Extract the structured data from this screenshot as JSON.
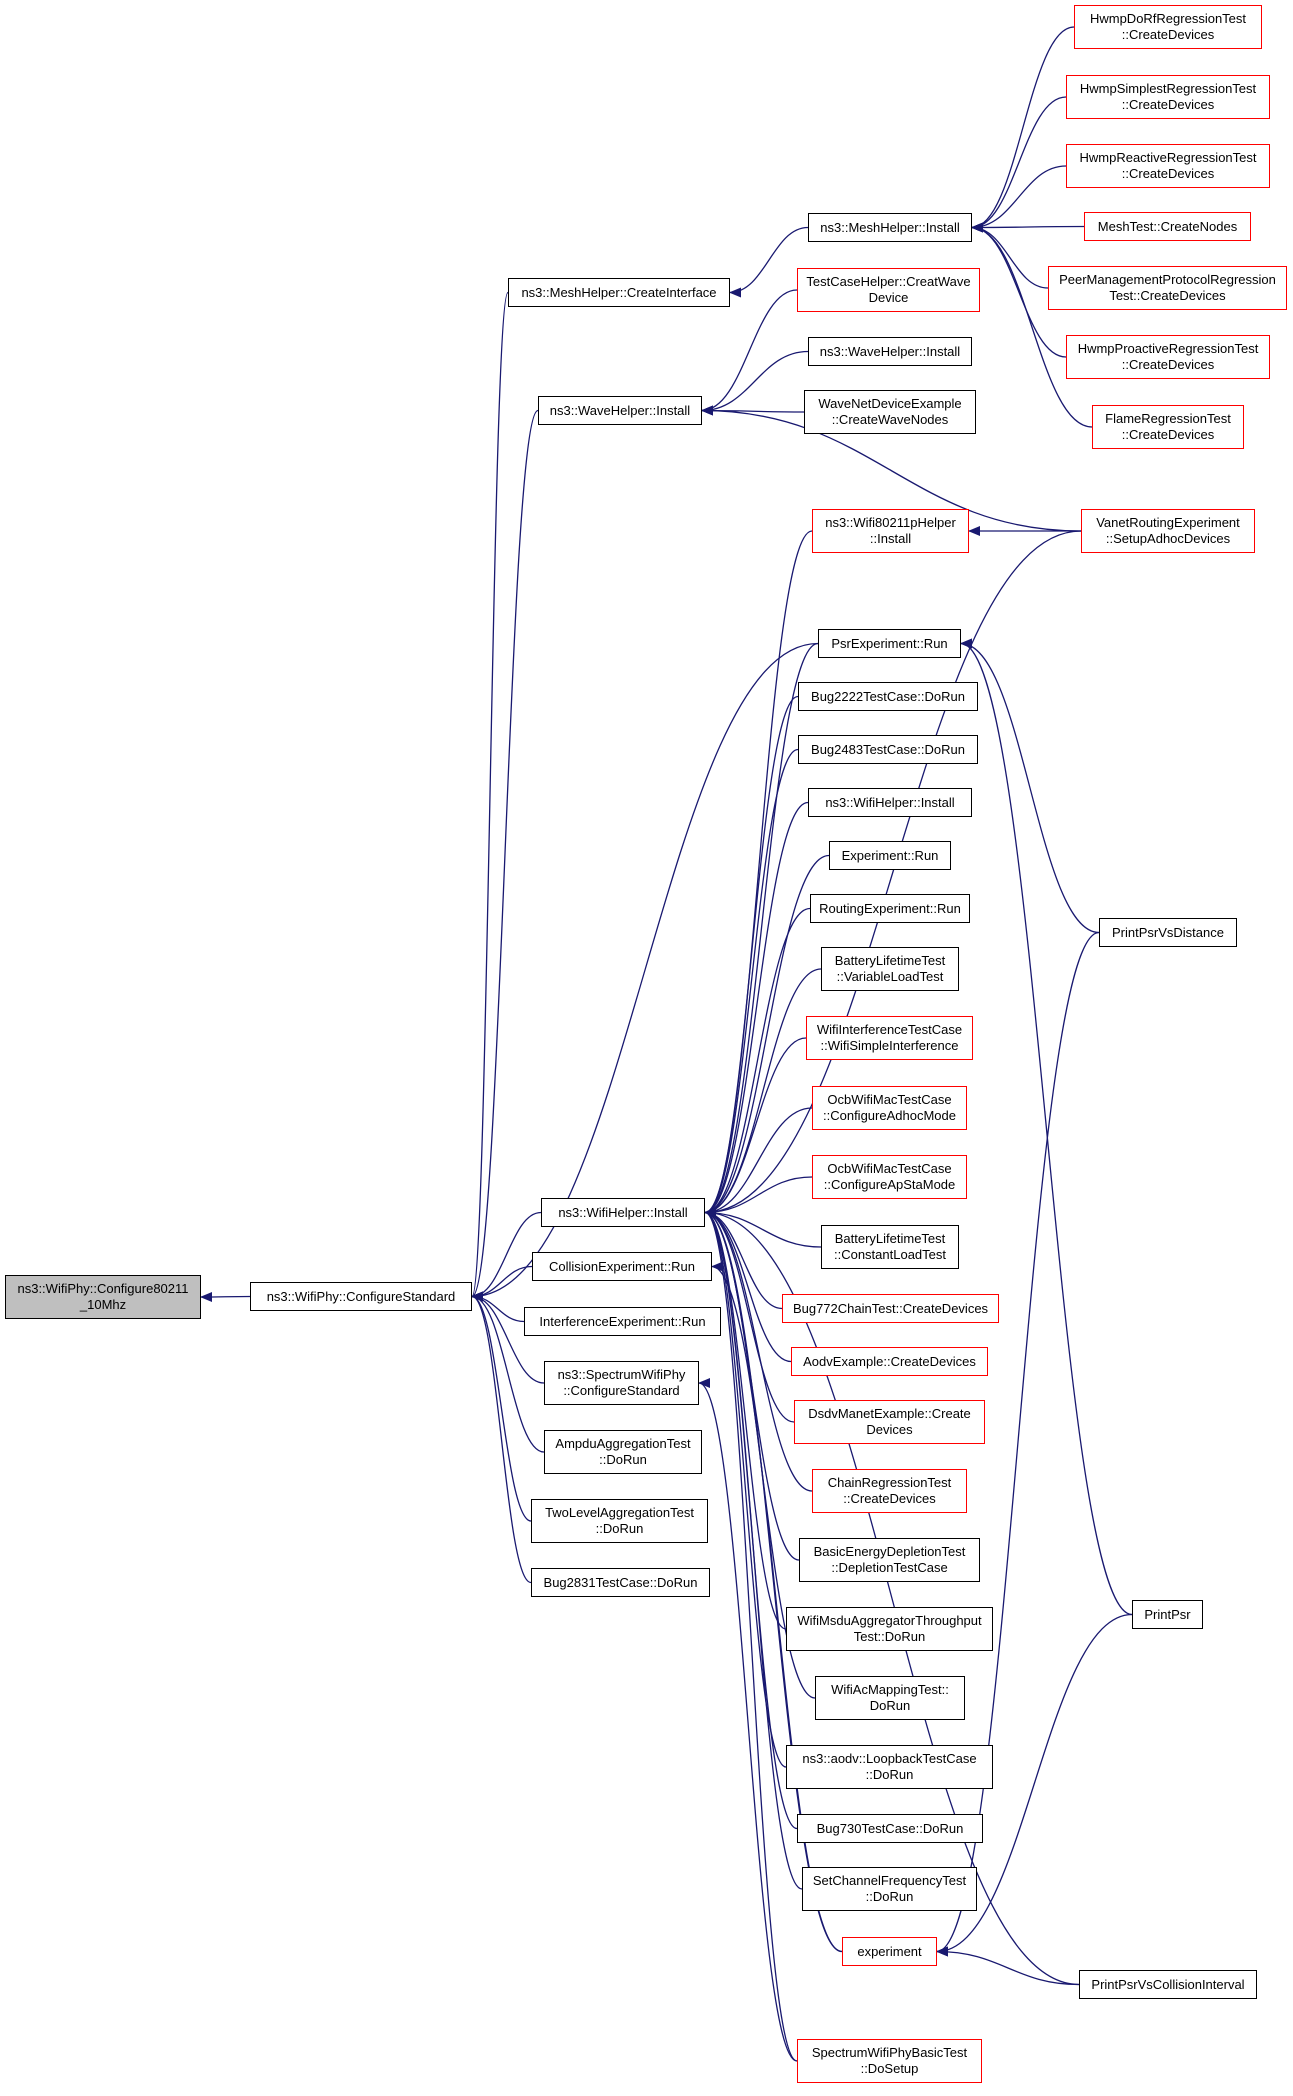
{
  "colors": {
    "edge": "#191970",
    "border": "#000000",
    "border_red": "#ff0000",
    "root_fill": "#bfbfbf"
  },
  "nodes": [
    {
      "id": "root",
      "lines": [
        "ns3::WifiPhy::Configure80211",
        "_10Mhz"
      ],
      "style": "root"
    },
    {
      "id": "configure-standard",
      "lines": [
        "ns3::WifiPhy::ConfigureStandard"
      ],
      "style": "black"
    },
    {
      "id": "mesh-create-interface",
      "lines": [
        "ns3::MeshHelper::CreateInterface"
      ],
      "style": "black"
    },
    {
      "id": "wave-install",
      "lines": [
        "ns3::WaveHelper::Install"
      ],
      "style": "black"
    },
    {
      "id": "wifi-install",
      "lines": [
        "ns3::WifiHelper::Install"
      ],
      "style": "black"
    },
    {
      "id": "collision-run",
      "lines": [
        "CollisionExperiment::Run"
      ],
      "style": "black"
    },
    {
      "id": "interference-run",
      "lines": [
        "InterferenceExperiment::Run"
      ],
      "style": "black"
    },
    {
      "id": "spectrum-configure",
      "lines": [
        "ns3::SpectrumWifiPhy",
        "::ConfigureStandard"
      ],
      "style": "black"
    },
    {
      "id": "ampdu-dorun",
      "lines": [
        "AmpduAggregationTest",
        "::DoRun"
      ],
      "style": "black"
    },
    {
      "id": "twolevel-dorun",
      "lines": [
        "TwoLevelAggregationTest",
        "::DoRun"
      ],
      "style": "black"
    },
    {
      "id": "bug2831-dorun",
      "lines": [
        "Bug2831TestCase::DoRun"
      ],
      "style": "black"
    },
    {
      "id": "mesh-install",
      "lines": [
        "ns3::MeshHelper::Install"
      ],
      "style": "black"
    },
    {
      "id": "testcase-creat",
      "lines": [
        "TestCaseHelper::CreatWave",
        "Device"
      ],
      "style": "red"
    },
    {
      "id": "wave-install-2",
      "lines": [
        "ns3::WaveHelper::Install"
      ],
      "style": "black"
    },
    {
      "id": "wavenet-example",
      "lines": [
        "WaveNetDeviceExample",
        "::CreateWaveNodes"
      ],
      "style": "black"
    },
    {
      "id": "wifi80211p-install",
      "lines": [
        "ns3::Wifi80211pHelper",
        "::Install"
      ],
      "style": "red"
    },
    {
      "id": "psr-run",
      "lines": [
        "PsrExperiment::Run"
      ],
      "style": "black"
    },
    {
      "id": "bug2222",
      "lines": [
        "Bug2222TestCase::DoRun"
      ],
      "style": "black"
    },
    {
      "id": "bug2483",
      "lines": [
        "Bug2483TestCase::DoRun"
      ],
      "style": "black"
    },
    {
      "id": "wifihelper-install-2",
      "lines": [
        "ns3::WifiHelper::Install"
      ],
      "style": "black"
    },
    {
      "id": "experiment-run",
      "lines": [
        "Experiment::Run"
      ],
      "style": "black"
    },
    {
      "id": "routing-run",
      "lines": [
        "RoutingExperiment::Run"
      ],
      "style": "black"
    },
    {
      "id": "battery-variable",
      "lines": [
        "BatteryLifetimeTest",
        "::VariableLoadTest"
      ],
      "style": "black"
    },
    {
      "id": "wifi-interference",
      "lines": [
        "WifiInterferenceTestCase",
        "::WifiSimpleInterference"
      ],
      "style": "red"
    },
    {
      "id": "ocb-adhoc",
      "lines": [
        "OcbWifiMacTestCase",
        "::ConfigureAdhocMode"
      ],
      "style": "red"
    },
    {
      "id": "ocb-apsta",
      "lines": [
        "OcbWifiMacTestCase",
        "::ConfigureApStaMode"
      ],
      "style": "red"
    },
    {
      "id": "battery-constant",
      "lines": [
        "BatteryLifetimeTest",
        "::ConstantLoadTest"
      ],
      "style": "black"
    },
    {
      "id": "bug772",
      "lines": [
        "Bug772ChainTest::CreateDevices"
      ],
      "style": "red"
    },
    {
      "id": "aodv-example",
      "lines": [
        "AodvExample::CreateDevices"
      ],
      "style": "red"
    },
    {
      "id": "dsdv-manet",
      "lines": [
        "DsdvManetExample::Create",
        "Devices"
      ],
      "style": "red"
    },
    {
      "id": "chain-regression",
      "lines": [
        "ChainRegressionTest",
        "::CreateDevices"
      ],
      "style": "red"
    },
    {
      "id": "basic-energy",
      "lines": [
        "BasicEnergyDepletionTest",
        "::DepletionTestCase"
      ],
      "style": "black"
    },
    {
      "id": "msdu-aggregator",
      "lines": [
        "WifiMsduAggregatorThroughput",
        "Test::DoRun"
      ],
      "style": "black"
    },
    {
      "id": "ac-mapping",
      "lines": [
        "WifiAcMappingTest::",
        "DoRun"
      ],
      "style": "black"
    },
    {
      "id": "aodv-loopback",
      "lines": [
        "ns3::aodv::LoopbackTestCase",
        "::DoRun"
      ],
      "style": "black"
    },
    {
      "id": "bug730",
      "lines": [
        "Bug730TestCase::DoRun"
      ],
      "style": "black"
    },
    {
      "id": "set-channel",
      "lines": [
        "SetChannelFrequencyTest",
        "::DoRun"
      ],
      "style": "black"
    },
    {
      "id": "experiment",
      "lines": [
        "experiment"
      ],
      "style": "red"
    },
    {
      "id": "spectrum-basic",
      "lines": [
        "SpectrumWifiPhyBasicTest",
        "::DoSetup"
      ],
      "style": "red"
    },
    {
      "id": "hwmp-dorf",
      "lines": [
        "HwmpDoRfRegressionTest",
        "::CreateDevices"
      ],
      "style": "red"
    },
    {
      "id": "hwmp-simplest",
      "lines": [
        "HwmpSimplestRegressionTest",
        "::CreateDevices"
      ],
      "style": "red"
    },
    {
      "id": "hwmp-reactive",
      "lines": [
        "HwmpReactiveRegressionTest",
        "::CreateDevices"
      ],
      "style": "red"
    },
    {
      "id": "mesh-test",
      "lines": [
        "MeshTest::CreateNodes"
      ],
      "style": "red"
    },
    {
      "id": "peer-management",
      "lines": [
        "PeerManagementProtocolRegression",
        "Test::CreateDevices"
      ],
      "style": "red"
    },
    {
      "id": "hwmp-proactive",
      "lines": [
        "HwmpProactiveRegressionTest",
        "::CreateDevices"
      ],
      "style": "red"
    },
    {
      "id": "flame-regression",
      "lines": [
        "FlameRegressionTest",
        "::CreateDevices"
      ],
      "style": "red"
    },
    {
      "id": "vanet-routing",
      "lines": [
        "VanetRoutingExperiment",
        "::SetupAdhocDevices"
      ],
      "style": "red"
    },
    {
      "id": "print-psr-distance",
      "lines": [
        "PrintPsrVsDistance"
      ],
      "style": "black"
    },
    {
      "id": "print-psr",
      "lines": [
        "PrintPsr"
      ],
      "style": "black"
    },
    {
      "id": "print-psr-collision",
      "lines": [
        "PrintPsrVsCollisionInterval"
      ],
      "style": "black"
    }
  ],
  "edges": [
    [
      "configure-standard",
      "root"
    ],
    [
      "mesh-create-interface",
      "configure-standard"
    ],
    [
      "wave-install",
      "configure-standard"
    ],
    [
      "wifi-install",
      "configure-standard"
    ],
    [
      "collision-run",
      "configure-standard"
    ],
    [
      "interference-run",
      "configure-standard"
    ],
    [
      "spectrum-configure",
      "configure-standard"
    ],
    [
      "ampdu-dorun",
      "configure-standard"
    ],
    [
      "twolevel-dorun",
      "configure-standard"
    ],
    [
      "bug2831-dorun",
      "configure-standard"
    ],
    [
      "psr-run",
      "configure-standard"
    ],
    [
      "mesh-install",
      "mesh-create-interface"
    ],
    [
      "testcase-creat",
      "wave-install"
    ],
    [
      "wave-install-2",
      "wave-install"
    ],
    [
      "wavenet-example",
      "wave-install"
    ],
    [
      "vanet-routing",
      "wave-install"
    ],
    [
      "wifi80211p-install",
      "wifi-install"
    ],
    [
      "vanet-routing",
      "wifi-install"
    ],
    [
      "psr-run",
      "wifi-install"
    ],
    [
      "bug2222",
      "wifi-install"
    ],
    [
      "bug2483",
      "wifi-install"
    ],
    [
      "wifihelper-install-2",
      "wifi-install"
    ],
    [
      "experiment-run",
      "wifi-install"
    ],
    [
      "routing-run",
      "wifi-install"
    ],
    [
      "battery-variable",
      "wifi-install"
    ],
    [
      "wifi-interference",
      "wifi-install"
    ],
    [
      "ocb-adhoc",
      "wifi-install"
    ],
    [
      "ocb-apsta",
      "wifi-install"
    ],
    [
      "battery-constant",
      "wifi-install"
    ],
    [
      "bug772",
      "wifi-install"
    ],
    [
      "aodv-example",
      "wifi-install"
    ],
    [
      "dsdv-manet",
      "wifi-install"
    ],
    [
      "chain-regression",
      "wifi-install"
    ],
    [
      "basic-energy",
      "wifi-install"
    ],
    [
      "msdu-aggregator",
      "wifi-install"
    ],
    [
      "ac-mapping",
      "wifi-install"
    ],
    [
      "aodv-loopback",
      "wifi-install"
    ],
    [
      "bug730",
      "wifi-install"
    ],
    [
      "set-channel",
      "wifi-install"
    ],
    [
      "experiment",
      "wifi-install"
    ],
    [
      "spectrum-basic",
      "wifi-install"
    ],
    [
      "print-psr-collision",
      "wifi-install"
    ],
    [
      "experiment",
      "collision-run"
    ],
    [
      "spectrum-basic",
      "spectrum-configure"
    ],
    [
      "hwmp-dorf",
      "mesh-install"
    ],
    [
      "hwmp-simplest",
      "mesh-install"
    ],
    [
      "hwmp-reactive",
      "mesh-install"
    ],
    [
      "mesh-test",
      "mesh-install"
    ],
    [
      "peer-management",
      "mesh-install"
    ],
    [
      "hwmp-proactive",
      "mesh-install"
    ],
    [
      "flame-regression",
      "mesh-install"
    ],
    [
      "vanet-routing",
      "wifi80211p-install"
    ],
    [
      "print-psr-distance",
      "psr-run"
    ],
    [
      "print-psr",
      "psr-run"
    ],
    [
      "print-psr-distance",
      "experiment"
    ],
    [
      "print-psr",
      "experiment"
    ],
    [
      "print-psr-collision",
      "experiment"
    ]
  ]
}
